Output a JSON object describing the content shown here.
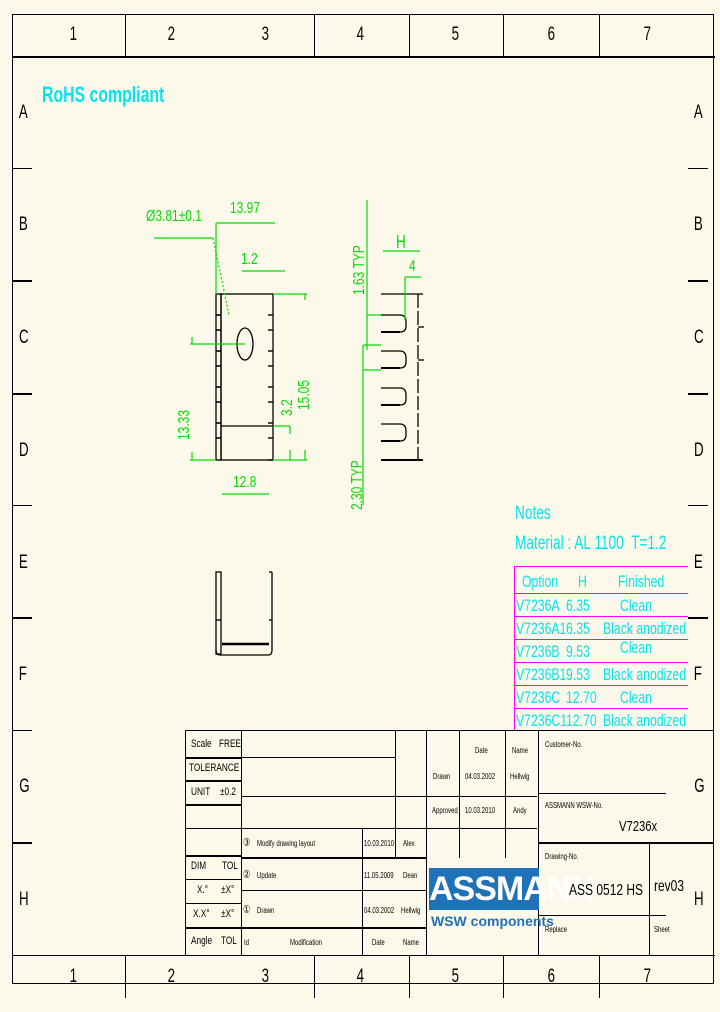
{
  "sheet": {
    "columns": [
      "1",
      "2",
      "3",
      "4",
      "5",
      "6",
      "7"
    ],
    "rows": [
      "A",
      "B",
      "C",
      "D",
      "E",
      "F",
      "G",
      "H"
    ],
    "background": "#fdf9ea"
  },
  "header": {
    "rohs_label": "RoHS compliant"
  },
  "dimensions": {
    "hole": "Ø3.81±0.1",
    "top_width": "13.97",
    "edge": "1.2",
    "height_left": "13.33",
    "inner": "3.2",
    "height_right": "15.05",
    "bottom_width": "12.8",
    "pitch_top": "1.63 TYP",
    "pitch_bottom": "2.30 TYP",
    "h_label": "H",
    "t_label": "4"
  },
  "notes": {
    "title": "Notes",
    "material": "Material : AL 1100  T=1.2",
    "table": {
      "headers": [
        "Option",
        "H",
        "Finished"
      ],
      "rows": [
        [
          "V7236A",
          "6.35",
          "Clean"
        ],
        [
          "V7236A1",
          "6.35",
          "Black anodized"
        ],
        [
          "V7236B",
          "9.53",
          "Clean"
        ],
        [
          "V7236B1",
          "9.53",
          "Black anodized"
        ],
        [
          "V7236C",
          "12.70",
          "Clean"
        ],
        [
          "V7236C1",
          "12.70",
          "Black anodized"
        ]
      ]
    }
  },
  "title_block": {
    "scale_label": "Scale",
    "scale_value": "FREE",
    "tolerance_label": "TOLERANCE",
    "unit_label": "UNIT",
    "unit_value": "±0.2",
    "dim_label": "DIM",
    "tol_label": "TOL",
    "x0_label": "X.°",
    "x0_tol": "±X°",
    "xx_label": "X.X°",
    "xx_tol": "±X°",
    "angle_label": "Angle",
    "angle_tol": "TOL",
    "revisions": [
      {
        "id": "③",
        "text": "Modify drawing layout",
        "date": "10.03.2010",
        "name": "Alex"
      },
      {
        "id": "②",
        "text": "Update",
        "date": "11.05.2009",
        "name": "Dean"
      },
      {
        "id": "①",
        "text": "Drawn",
        "date": "04.03.2002",
        "name": "Hellwig"
      }
    ],
    "rev_headers": {
      "id": "Id",
      "modification": "Modification",
      "date": "Date",
      "name": "Name"
    },
    "approval_headers": {
      "date": "Date",
      "name": "Name"
    },
    "drawn": {
      "label": "Drawn",
      "date": "04.03.2002",
      "name": "Hellwig"
    },
    "approved": {
      "label": "Approved",
      "date": "10.03.2010",
      "name": "Andy"
    },
    "customer_no_label": "Customer-No.",
    "assmann_no_label": "ASSMANN WSW-No.",
    "assmann_no": "V7236x",
    "drawing_no_label": "Drawing-No.",
    "drawing_no": "ASS 0512 HS",
    "revision": "rev03",
    "replace_label": "Replace",
    "sheet_label": "Sheet",
    "logo_main": "ASSMANN",
    "logo_sub": "WSW components",
    "logo_color": "#1f72b8"
  }
}
